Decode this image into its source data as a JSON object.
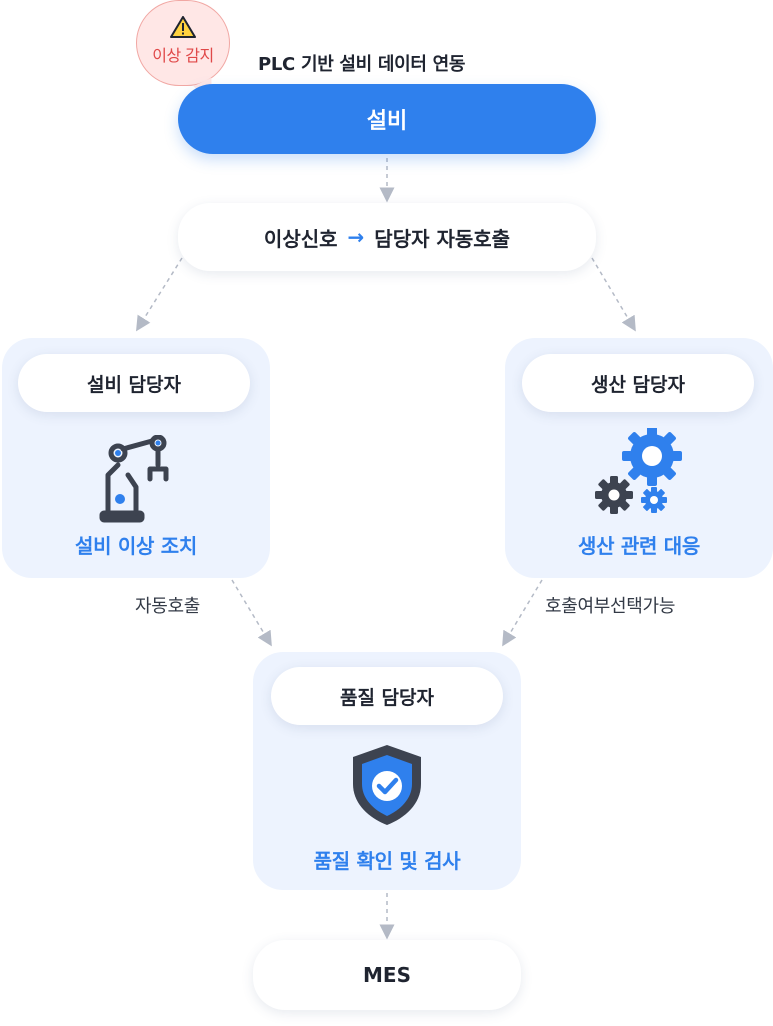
{
  "alert": {
    "label": "이상 감지",
    "icon": "warning-icon",
    "bubble_color": "#ffe7e6",
    "text_color": "#e04848"
  },
  "caption": "PLC 기반 설비 데이터 연동",
  "equipment": {
    "label": "설비",
    "color": "#2f80ed"
  },
  "signal": {
    "left": "이상신호",
    "arrow": "→",
    "right": "담당자 자동호출"
  },
  "roles": {
    "equipment_manager": {
      "title": "설비 담당자",
      "task": "설비 이상 조치",
      "icon": "robot-arm-icon"
    },
    "production_manager": {
      "title": "생산 담당자",
      "task": "생산 관련 대응",
      "icon": "gears-icon"
    },
    "quality_manager": {
      "title": "품질 담당자",
      "task": "품질 확인 및 검사",
      "icon": "shield-check-icon"
    }
  },
  "notes": {
    "left": "자동호출",
    "right": "호출여부선택가능"
  },
  "mes": {
    "label": "MES"
  },
  "colors": {
    "accent": "#2f80ed",
    "panel_bg": "#edf3fe",
    "icon_dark": "#3d4350",
    "connector": "#b4bac6"
  }
}
